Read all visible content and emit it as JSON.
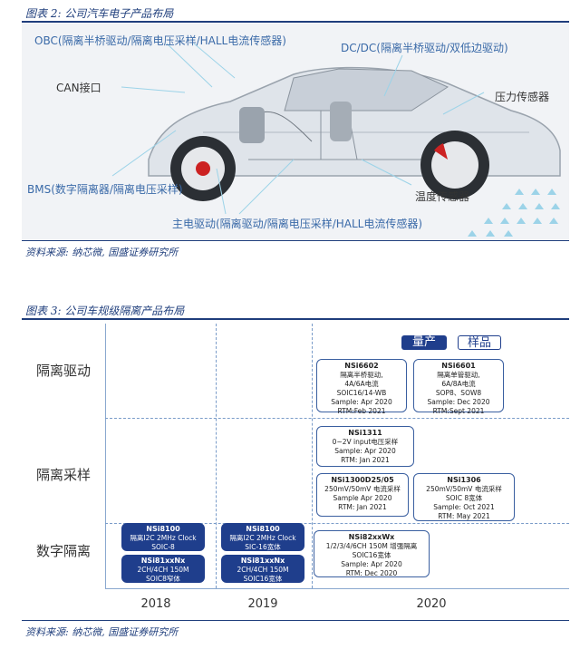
{
  "figure2": {
    "title": "图表 2:  公司汽车电子产品布局",
    "callouts": {
      "obc": "OBC(隔离半桥驱动/隔离电压采样/HALL电流传感器)",
      "dcdc": "DC/DC(隔离半桥驱动/双低边驱动)",
      "can": "CAN接口",
      "pressure": "压力传感器",
      "bms": "BMS(数字隔离器/隔离电压采样)",
      "temp": "温度传感器",
      "drive": "主电驱动(隔离驱动/隔离电压采样/HALL电流传感器)"
    },
    "source": "资料来源:  纳芯微,  国盛证券研究所"
  },
  "figure3": {
    "title": "图表 3:  公司车规级隔离产品布局",
    "legend": {
      "mass": "量产",
      "sample": "样品"
    },
    "rows": [
      "隔离驱动",
      "隔离采样",
      "数字隔离"
    ],
    "years": [
      "2018",
      "2019",
      "2020"
    ],
    "chips": {
      "c2018a": {
        "name": "NSi8100",
        "lines": [
          "隔离I2C 2MHz Clock",
          "SOIC-8"
        ]
      },
      "c2018b": {
        "name": "NSi81xxNx",
        "lines": [
          "2CH/4CH 150M",
          "SOIC8窄体"
        ]
      },
      "c2019a": {
        "name": "NSi8100",
        "lines": [
          "隔离I2C 2MHz Clock",
          "SIC-16宽体"
        ]
      },
      "c2019b": {
        "name": "NSi81xxNx",
        "lines": [
          "2CH/4CH 150M",
          "SOIC16宽体"
        ]
      },
      "nsi6602": {
        "name": "NSi6602",
        "lines": [
          "隔离半桥驱动,",
          "4A/6A电流",
          "SOIC16/14-WB",
          "Sample: Apr 2020",
          "RTM:Feb 2021"
        ]
      },
      "nsi6601": {
        "name": "NSi6601",
        "lines": [
          "隔离单管驱动,",
          "6A/8A电流",
          "SOP8、SOW8",
          "Sample: Dec 2020",
          "RTM:Sept 2021"
        ]
      },
      "nsi1311": {
        "name": "NSi1311",
        "lines": [
          "0~2V input电压采样",
          "Sample: Apr 2020",
          "RTM: Jan 2021"
        ]
      },
      "nsi1300": {
        "name": "NSi1300D25/05",
        "lines": [
          "250mV/50mV 电流采样",
          "Sample Apr 2020",
          "RTM: Jan 2021"
        ]
      },
      "nsi1306": {
        "name": "NSi1306",
        "lines": [
          "250mV/50mV 电流采样",
          "SOIC 8宽体",
          "Sample: Oct 2021",
          "RTM: May 2021"
        ]
      },
      "nsi82": {
        "name": "NSi82xxWx",
        "lines": [
          "1/2/3/4/6CH 150M 增强隔离",
          "SOIC16宽体",
          "Sample: Apr 2020",
          "RTM: Dec 2020"
        ]
      }
    },
    "source": "资料来源:  纳芯微,  国盛证券研究所"
  }
}
